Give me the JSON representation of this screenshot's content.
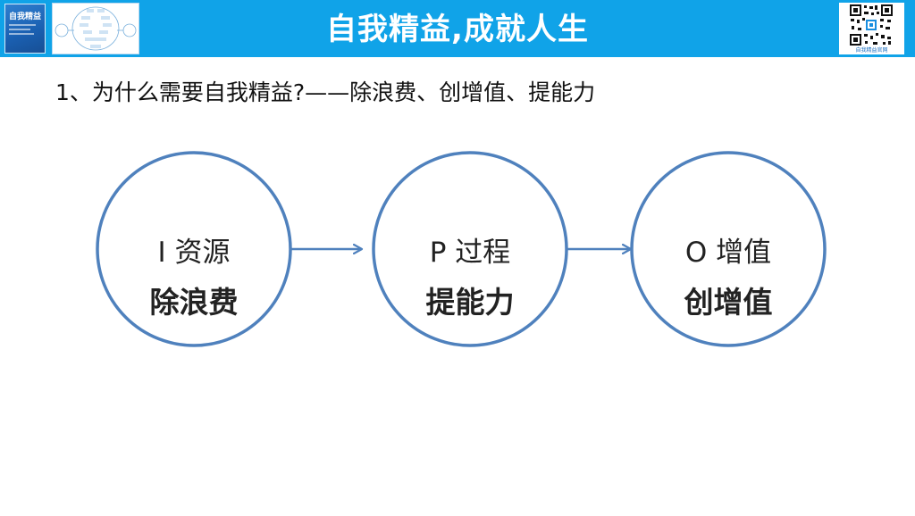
{
  "header": {
    "title": "自我精益,成就人生",
    "book_cover_title": "自我精益",
    "qr_caption": "自我精益官网",
    "colors": {
      "bar": "#10a3e8",
      "circle_stroke": "#4f81bd"
    }
  },
  "question": "1、为什么需要自我精益?——除浪费、创增值、提能力",
  "flow": {
    "nodes": [
      {
        "line1": "I 资源",
        "line2": "除浪费"
      },
      {
        "line1": "P 过程",
        "line2": "提能力"
      },
      {
        "line1": "O 增值",
        "line2": "创增值"
      }
    ]
  },
  "icons": [
    "book-cover-image",
    "diagram-thumbnail-image",
    "qr-code-icon",
    "arrow-right-icon"
  ]
}
